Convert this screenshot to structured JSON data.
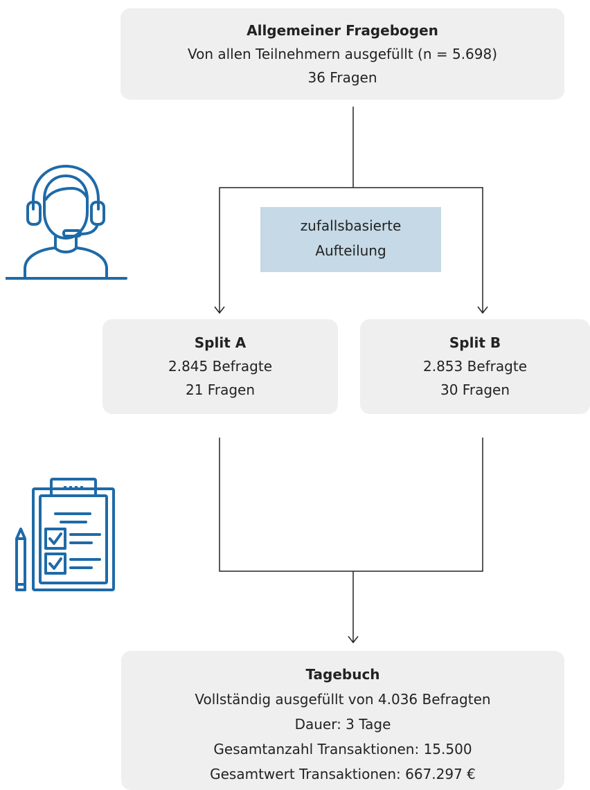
{
  "colors": {
    "box_fill": "#efefef",
    "highlight_fill": "#c5d9e6",
    "icon_blue": "#1e6aa8",
    "line": "#222222"
  },
  "icons": [
    "headset-agent-icon",
    "clipboard-checklist-icon"
  ],
  "general": {
    "title": "Allgemeiner Fragebogen",
    "line1": "Von allen Teilnehmern ausgefüllt (n = 5.698)",
    "line2": "36 Fragen"
  },
  "random_split": {
    "line1": "zufallsbasierte",
    "line2": "Aufteilung"
  },
  "split_a": {
    "title": "Split A",
    "respondents": "2.845 Befragte",
    "questions": "21 Fragen"
  },
  "split_b": {
    "title": "Split B",
    "respondents": "2.853 Befragte",
    "questions": "30 Fragen"
  },
  "diary": {
    "title": "Tagebuch",
    "line1": "Vollständig ausgefüllt von 4.036 Befragten",
    "line2": "Dauer: 3 Tage",
    "line3": "Gesamtanzahl Transaktionen: 15.500",
    "line4": "Gesamtwert Transaktionen: 667.297 €"
  }
}
